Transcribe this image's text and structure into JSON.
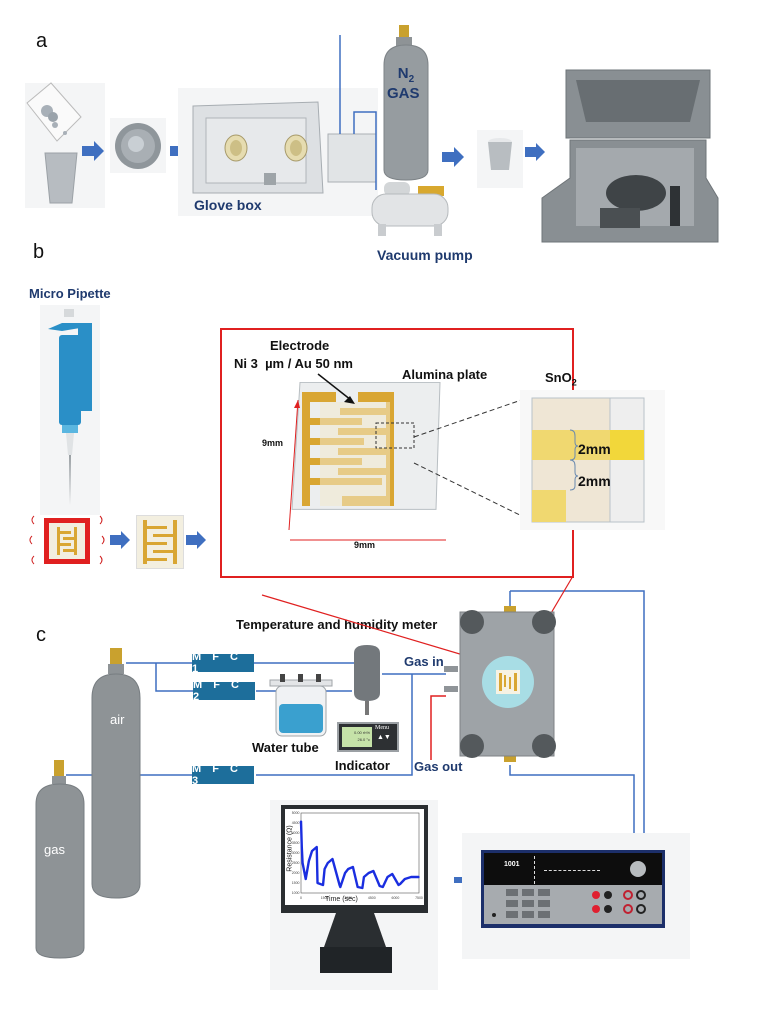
{
  "panels": {
    "a": {
      "label": "a",
      "glove_box_label": "Glove box",
      "n2_label_main": "N",
      "n2_label_sub": "2",
      "gas_label": "GAS",
      "vacuum_pump_label": "Vacuum pump"
    },
    "b": {
      "label": "b",
      "micro_pipette_label": "Micro Pipette",
      "electrode_label": "Electrode",
      "electrode_spec": "Ni 3  µm / Au 50 nm",
      "alumina_label": "Alumina plate",
      "sno2_main": "SnO",
      "sno2_sub": "2",
      "dim_vertical": "9mm",
      "dim_horizontal": "9mm",
      "gap_1": "2mm",
      "gap_2": "2mm"
    },
    "c": {
      "label": "c",
      "temp_humidity_label": "Temperature and humidity meter",
      "mfc1": "M F C 1",
      "mfc2": "M F C 2",
      "mfc3": "M F C 3",
      "air_label": "air",
      "gas_label": "gas",
      "water_tube_label": "Water tube",
      "indicator_label": "Indicator",
      "indicator_menu": "Menu",
      "indicator_humidity": "0.00 rh%",
      "indicator_temp": "26.0 °c",
      "gas_in_label": "Gas in",
      "gas_out_label": "Gas out",
      "meter_display": "1001"
    }
  },
  "colors": {
    "navy_text": "#1f3a6e",
    "arrow_blue": "#3f6fc0",
    "red_frame": "#e02020",
    "gold_electrode": "#d9a633",
    "mfc_blue": "#1d6e9b",
    "cylinder_gray": "#8e9396"
  },
  "chart_data": {
    "type": "line",
    "title": "",
    "xlabel": "Time (sec)",
    "ylabel": "Resistance (Ω)",
    "xlim": [
      0,
      7500
    ],
    "ylim": [
      1000,
      5000
    ],
    "x_ticks": [
      "0",
      "1500",
      "3000",
      "4500",
      "6000",
      "7500"
    ],
    "y_ticks": [
      "1000",
      "1500",
      "2000",
      "2500",
      "3000",
      "3500",
      "4000",
      "4500",
      "5000"
    ],
    "series": [
      {
        "name": "Resistance",
        "x": [
          0,
          50,
          100,
          300,
          500,
          700,
          1000,
          1050,
          1400,
          1500,
          1700,
          2000,
          2450,
          2500,
          2800,
          3000,
          3300,
          3600,
          3900,
          4000,
          4300,
          4600,
          5000,
          5200,
          5500,
          5800,
          6200,
          6300,
          6600,
          7000,
          7500
        ],
        "y": [
          4600,
          3300,
          2500,
          1700,
          2600,
          3100,
          3300,
          1500,
          1400,
          2200,
          2500,
          2700,
          1400,
          1300,
          2000,
          2200,
          2300,
          1300,
          1250,
          1800,
          2000,
          2100,
          1350,
          1300,
          1800,
          1950,
          1400,
          1450,
          1700,
          1800,
          1800
        ]
      }
    ]
  }
}
